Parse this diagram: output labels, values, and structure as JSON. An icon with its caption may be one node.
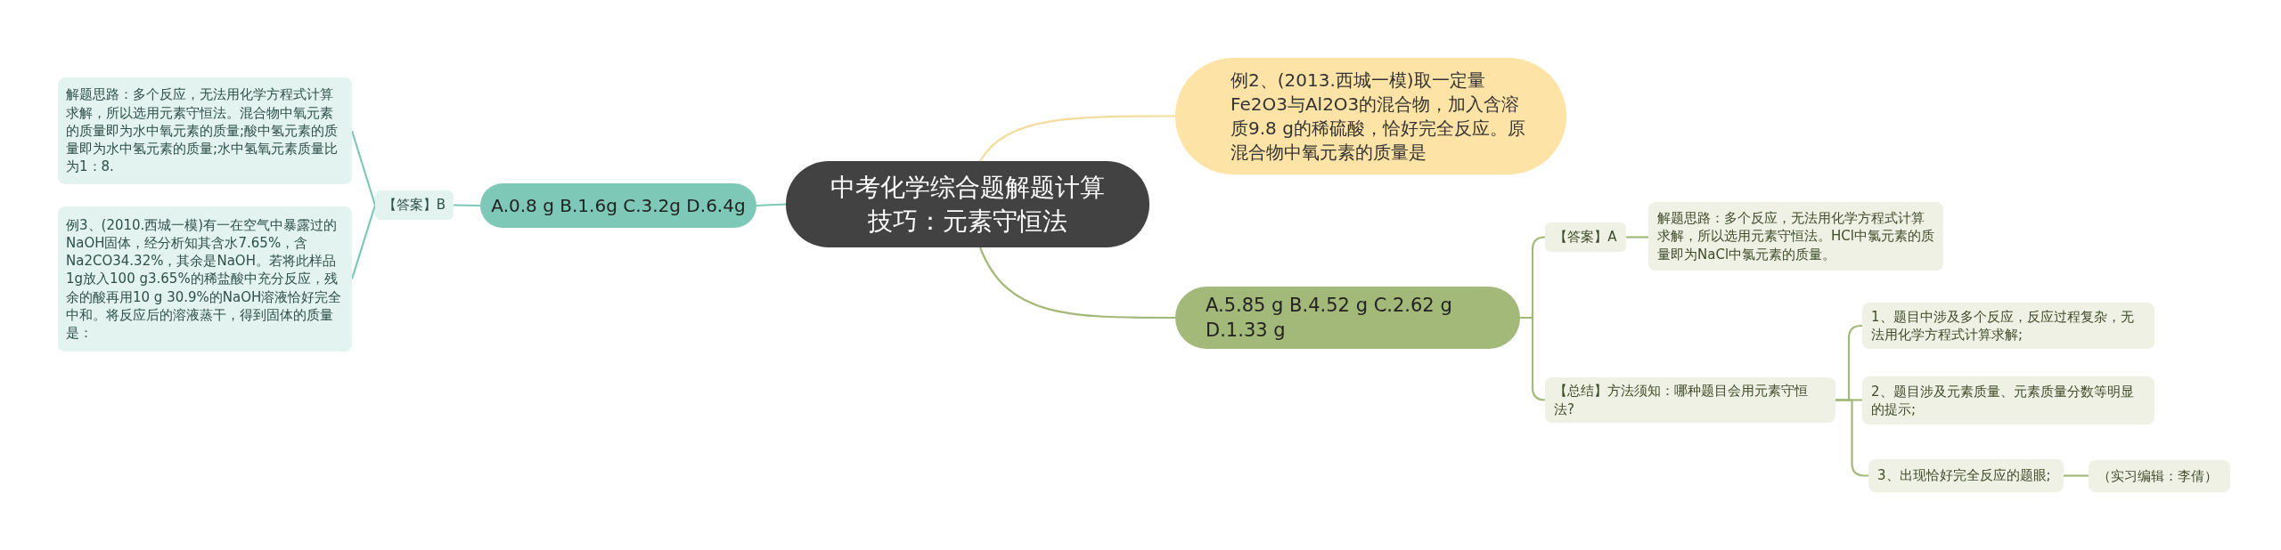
{
  "diagram": {
    "nodes": [
      {
        "text": [
          "中考化学综合题解题计算技巧：元素守恒法"
        ]
      },
      {
        "text": [
          "例2、(2013.西城一模)取一定量Fe2O3与Al2O3的混合物，加入含溶质9.8 g的稀硫酸，恰好完全反应。原混合物中氧元素的质量是"
        ]
      },
      {
        "text": [
          "A.0.8 g B.1.6g C.3.2g D.6.4g"
        ]
      },
      {
        "text": [
          "【答案】B"
        ]
      },
      {
        "text": [
          "解题思路：多个反应，无法用化学方程式计算求解，所以选用元素守恒法。混合物中氧元素的质量即为水中氧元素的质量;酸中氢元素的质量即为水中氢元素的质量;水中氢氧元素质量比为1：8."
        ]
      },
      {
        "text": [
          "例3、(2010.西城一模)有一在空气中暴露过的NaOH固体，经分析知其含水7.65%，含Na2CO34.32%，其余是NaOH。若将此样品1g放入100 g3.65%的稀盐酸中充分反应，残余的酸再用10 g 30.9%的NaOH溶液恰好完全中和。将反应后的溶液蒸干，得到固体的质量是："
        ]
      },
      {
        "text": [
          "A.5.85 g B.4.52 g C.2.62 g D.1.33 g"
        ]
      },
      {
        "text": [
          "【答案】A"
        ]
      },
      {
        "text": [
          "解题思路：多个反应，无法用化学方程式计算求解，所以选用元素守恒法。HCl中氯元素的质量即为NaCl中氯元素的质量。"
        ]
      },
      {
        "text": [
          "【总结】方法须知：哪种题目会用元素守恒法?"
        ]
      },
      {
        "text": [
          "1、题目中涉及多个反应，反应过程复杂，无法用化学方程式计算求解;"
        ]
      },
      {
        "text": [
          "2、题目涉及元素质量、元素质量分数等明显的提示;"
        ]
      },
      {
        "text": [
          "3、出现恰好完全反应的题眼;"
        ]
      },
      {
        "text": [
          "（实习编辑：李倩）"
        ]
      }
    ],
    "edges": [
      {
        "from": 0,
        "to": 1,
        "arrow": "none",
        "color": "#f3dc9c"
      },
      {
        "from": 0,
        "to": 2,
        "arrow": "none",
        "color": "#7ec8b8"
      },
      {
        "from": 0,
        "to": 6,
        "arrow": "none"
      },
      {
        "from": 2,
        "to": 3,
        "arrow": "none",
        "color": "#7ec8b8"
      },
      {
        "from": 3,
        "to": 4,
        "arrow": "none",
        "color": "#7ec8b8"
      },
      {
        "from": 3,
        "to": 5,
        "arrow": "none",
        "color": "#7ec8b8"
      },
      {
        "from": 6,
        "to": 7,
        "arrow": "none"
      },
      {
        "from": 7,
        "to": 8,
        "arrow": "none"
      },
      {
        "from": 6,
        "to": 9,
        "arrow": "none"
      },
      {
        "from": 9,
        "to": 10,
        "arrow": "none"
      },
      {
        "from": 9,
        "to": 11,
        "arrow": "none"
      },
      {
        "from": 9,
        "to": 12,
        "arrow": "none"
      },
      {
        "from": 12,
        "to": 13,
        "arrow": "none"
      }
    ]
  }
}
